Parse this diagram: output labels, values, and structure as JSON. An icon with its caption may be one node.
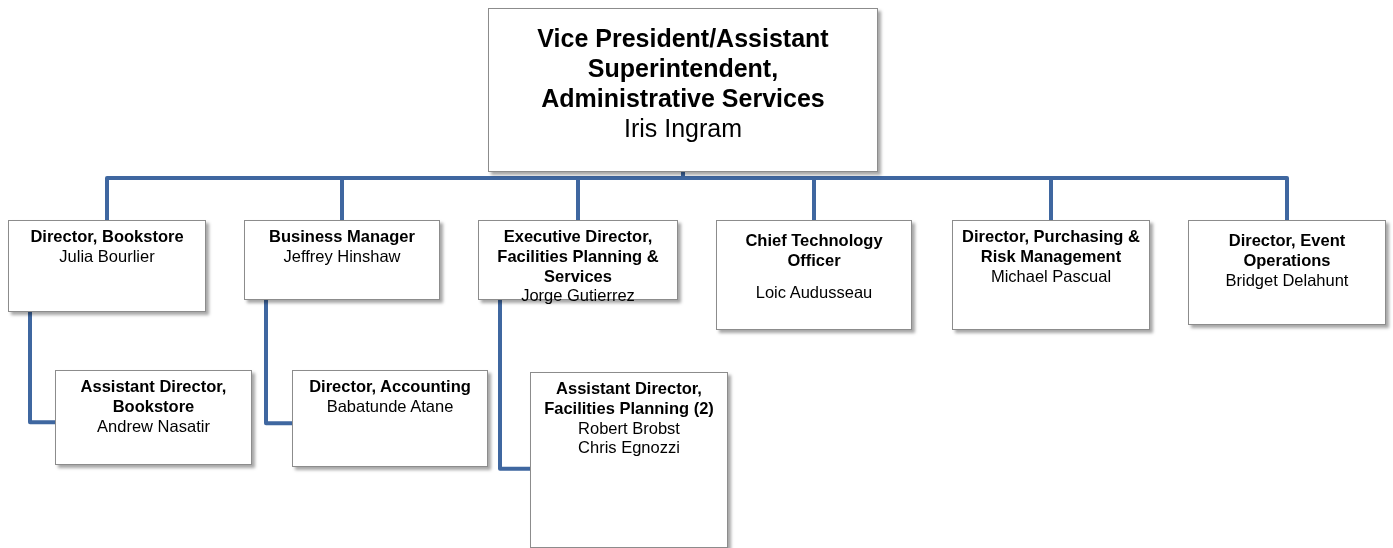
{
  "diagram": {
    "nodes": [
      {
        "text": [
          "Vice President/Assistant Superintendent, Administrative Services",
          "Iris Ingram"
        ]
      },
      {
        "text": [
          "Director, Bookstore",
          "Julia Bourlier"
        ]
      },
      {
        "text": [
          "Business Manager",
          "Jeffrey Hinshaw"
        ]
      },
      {
        "text": [
          "Executive Director, Facilities Planning & Services",
          "Jorge Gutierrez"
        ]
      },
      {
        "text": [
          "Chief Technology Officer",
          "Loic Audusseau"
        ]
      },
      {
        "text": [
          "Director, Purchasing & Risk Management",
          "Michael Pascual"
        ]
      },
      {
        "text": [
          "Director, Event Operations",
          "Bridget Delahunt"
        ]
      },
      {
        "text": [
          "Assistant Director, Bookstore",
          "Andrew Nasatir"
        ]
      },
      {
        "text": [
          "Director, Accounting",
          "Babatunde Atane"
        ]
      },
      {
        "text": [
          "Assistant Director, Facilities Planning (2)",
          "Robert Brobst",
          "Chris Egnozzi"
        ]
      }
    ],
    "edges": [
      {
        "from": 0,
        "to": 1,
        "arrow": "none"
      },
      {
        "from": 0,
        "to": 2,
        "arrow": "none"
      },
      {
        "from": 0,
        "to": 3,
        "arrow": "none"
      },
      {
        "from": 0,
        "to": 4,
        "arrow": "none"
      },
      {
        "from": 0,
        "to": 5,
        "arrow": "none"
      },
      {
        "from": 0,
        "to": 6,
        "arrow": "none"
      },
      {
        "from": 1,
        "to": 7,
        "arrow": "none"
      },
      {
        "from": 2,
        "to": 8,
        "arrow": "none"
      },
      {
        "from": 3,
        "to": 9,
        "arrow": "none"
      }
    ]
  }
}
